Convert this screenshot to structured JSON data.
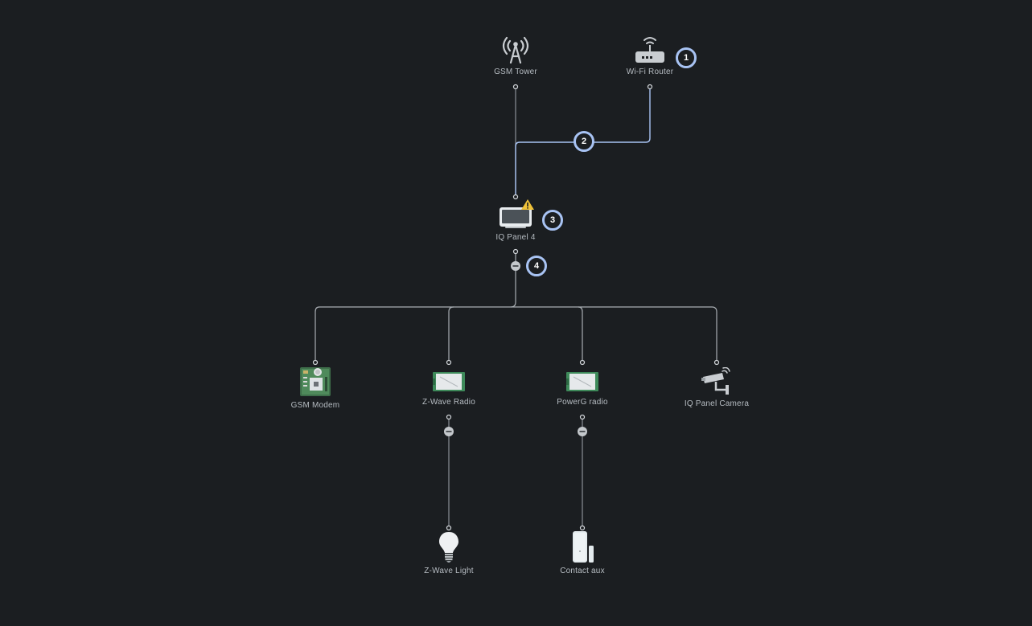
{
  "colors": {
    "background": "#1b1e21",
    "link": "#8a9096",
    "highlight": "#a8c3f3",
    "label": "#b6bcc2"
  },
  "nodes": {
    "gsm_tower": {
      "label": "GSM Tower",
      "icon": "cell-tower-icon"
    },
    "wifi_router": {
      "label": "Wi-Fi Router",
      "icon": "router-icon"
    },
    "iq_panel": {
      "label": "IQ Panel 4",
      "icon": "panel-icon",
      "status": "warning"
    },
    "gsm_modem": {
      "label": "GSM Modem",
      "icon": "modem-board-icon"
    },
    "zwave_radio": {
      "label": "Z-Wave Radio",
      "icon": "radio-card-icon"
    },
    "powerg_radio": {
      "label": "PowerG radio",
      "icon": "radio-card-icon"
    },
    "iq_camera": {
      "label": "IQ Panel Camera",
      "icon": "camera-icon"
    },
    "zwave_light": {
      "label": "Z-Wave Light",
      "icon": "light-bulb-icon"
    },
    "contact_aux": {
      "label": "Contact aux",
      "icon": "contact-sensor-icon"
    }
  },
  "markers": [
    "1",
    "2",
    "3",
    "4"
  ]
}
